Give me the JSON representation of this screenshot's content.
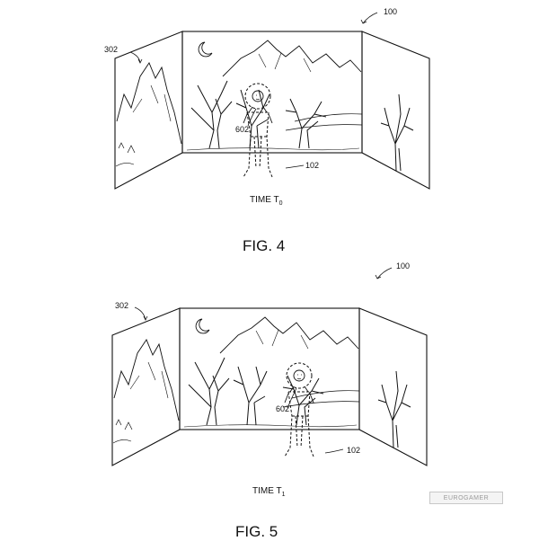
{
  "figure4": {
    "label": "FIG. 4",
    "time_text": "TIME T",
    "time_sub": "0",
    "ref_system": "100",
    "ref_walls": "302",
    "ref_target": "602",
    "ref_user": "102"
  },
  "figure5": {
    "label": "FIG. 5",
    "time_text": "TIME T",
    "time_sub": "1",
    "ref_system": "100",
    "ref_walls": "302",
    "ref_target": "602",
    "ref_user": "102"
  },
  "watermark": {
    "text": "EUROGAMER"
  },
  "colors": {
    "ink": "#111111",
    "paper": "#ffffff"
  }
}
